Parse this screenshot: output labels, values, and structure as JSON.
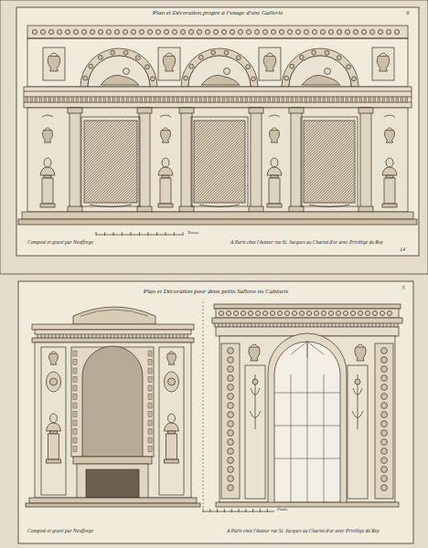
{
  "diagram": {
    "labels": [
      "Plan et Décoration propre à l'usage d'une Gallerie",
      "6",
      "Toises",
      "Composé et gravé par Neufforge",
      "A Paris chez l'Auteur rue St. Jacques au Chariot d'or avec Privilège du Roy",
      "14",
      "Plan et Décoration pour deux petits Sallons ou Cabinets",
      "5",
      "Pieds",
      "Composé et gravé par Neufforge",
      "A Paris chez l'Auteur rue St. Jacques au Chariot d'or avec Privilège du Roy"
    ]
  }
}
